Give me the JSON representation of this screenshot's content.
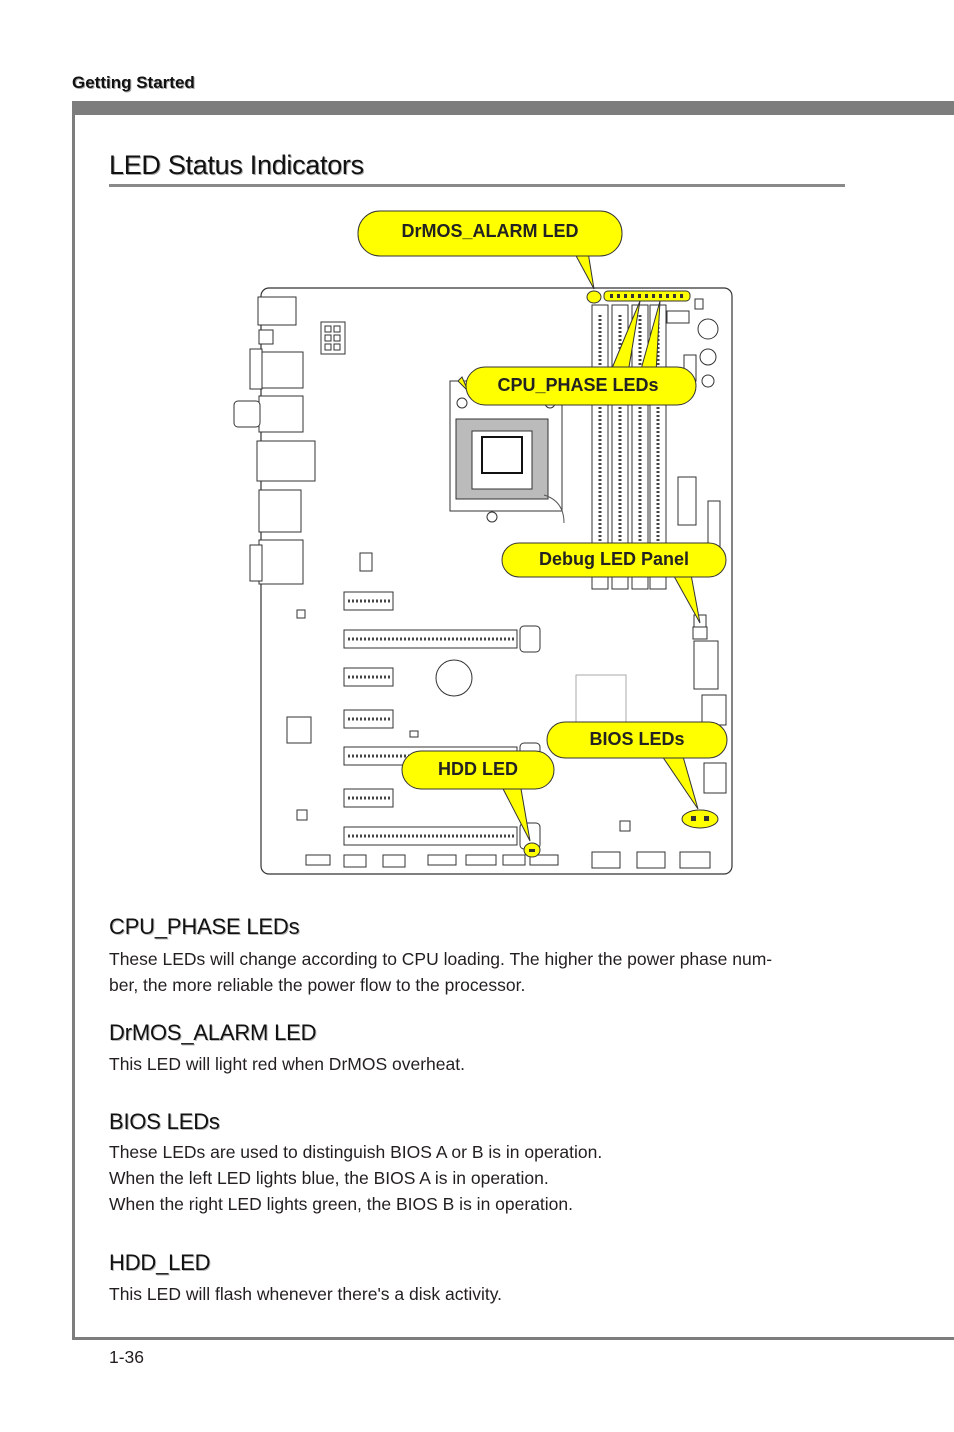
{
  "header": {
    "section": "Getting Started"
  },
  "page": {
    "title": "LED Status Indicators",
    "number": "1-36"
  },
  "diagram": {
    "callouts": {
      "drmos": "DrMOS_ALARM LED",
      "cpu_phase": "CPU_PHASE LEDs",
      "debug": "Debug LED Panel",
      "bios": "BIOS LEDs",
      "hdd": "HDD LED"
    },
    "colors": {
      "callout_fill": "#ffff00",
      "board_outline": "#333333"
    }
  },
  "sections": [
    {
      "heading": "CPU_PHASE LEDs",
      "lines": [
        "These LEDs will change according to CPU loading. The higher the power phase num-",
        "ber, the more reliable the power flow to the processor."
      ]
    },
    {
      "heading": "DrMOS_ALARM LED",
      "lines": [
        "This LED will light red when DrMOS overheat."
      ]
    },
    {
      "heading": "BIOS LEDs",
      "lines": [
        "These LEDs are used to distinguish BIOS A or B is in operation.",
        "When the left LED lights blue, the BIOS A is in operation.",
        "When the right LED lights green, the BIOS B is in operation."
      ]
    },
    {
      "heading": "HDD_LED",
      "lines": [
        "This LED will flash whenever there's a disk activity."
      ]
    }
  ]
}
